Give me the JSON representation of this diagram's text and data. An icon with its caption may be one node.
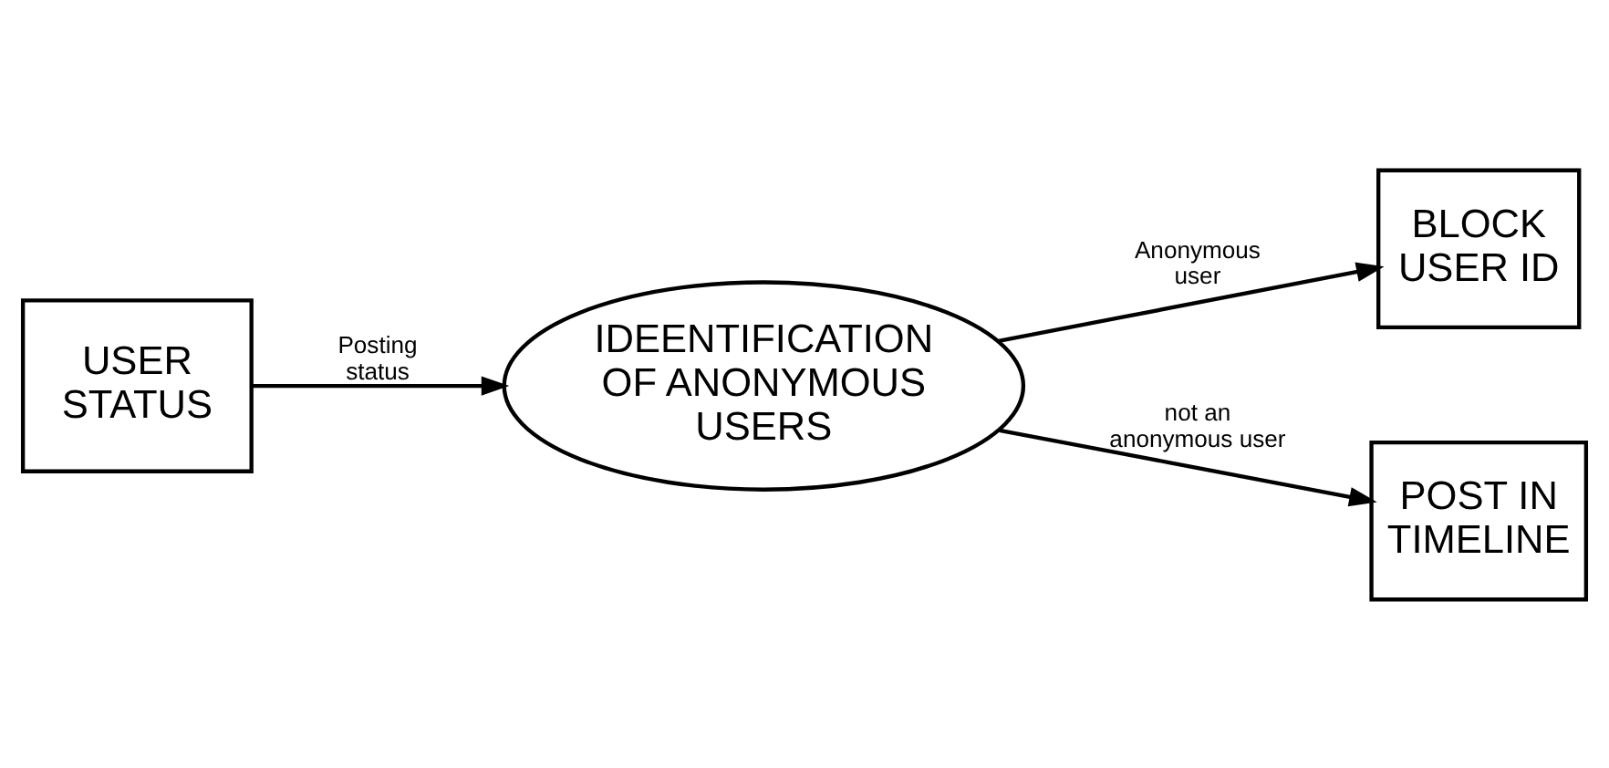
{
  "diagram": {
    "nodes": [
      {
        "text": [
          "USER STATUS"
        ]
      },
      {
        "text": [
          "IDEENTIFICATION OF ANONYMOUS USERS"
        ]
      },
      {
        "text": [
          "BLOCK USER ID"
        ]
      },
      {
        "text": [
          "POST IN TIMELINE"
        ]
      }
    ],
    "edges": [
      {
        "from": 0,
        "to": 1,
        "arrow": "to",
        "label": "Posting status"
      },
      {
        "from": 1,
        "to": 2,
        "arrow": "to",
        "label": "Anonymous user"
      },
      {
        "from": 1,
        "to": 3,
        "arrow": "to",
        "label": "not an anonymous user"
      }
    ]
  }
}
